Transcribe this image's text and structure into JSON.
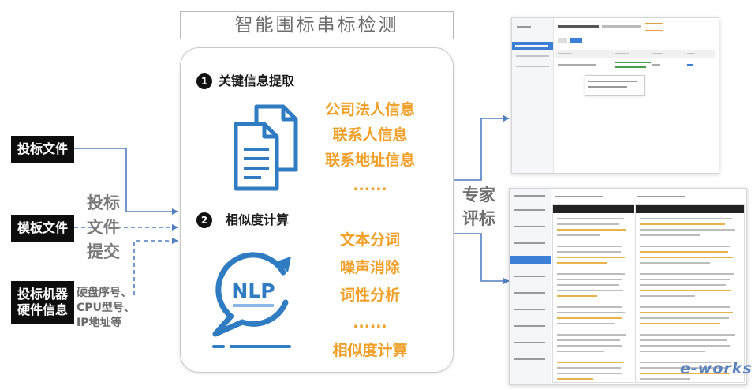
{
  "title": "智能围标串标检测",
  "inputs": {
    "bid_file": "投标文件",
    "template_file": "模板文件",
    "hardware": [
      "投标机器",
      "硬件信息"
    ]
  },
  "submit_label": [
    "投标",
    "文件",
    "提交"
  ],
  "hardware_note": [
    "硬盘序号、",
    "CPU型号、",
    "IP地址等"
  ],
  "steps": [
    {
      "number": "1",
      "title": "关键信息提取",
      "icon": "document-icon",
      "items": [
        "公司法人信息",
        "联系人信息",
        "联系地址信息",
        "......"
      ]
    },
    {
      "number": "2",
      "title": "相似度计算",
      "icon": "nlp-chat-icon",
      "icon_text": "NLP",
      "items": [
        "文本分词",
        "噪声消除",
        "词性分析",
        "......",
        "相似度计算"
      ]
    }
  ],
  "review_label": [
    "专家",
    "评标"
  ],
  "watermark": "e-works",
  "colors": {
    "connector_blue": "#4f7fbf",
    "highlight_orange": "#f0a028",
    "icon_blue": "#2f7cc3",
    "input_box_black": "#0d0d0d",
    "label_gray": "#7a7a7a"
  }
}
